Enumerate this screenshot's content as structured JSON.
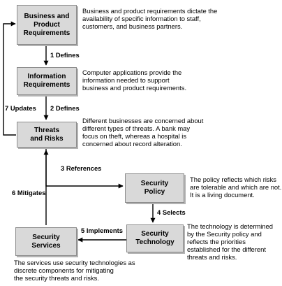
{
  "boxes": {
    "business": [
      "Business and",
      "Product",
      "Requirements"
    ],
    "information": [
      "Information",
      "Requirements"
    ],
    "threats": [
      "Threats",
      "and Risks"
    ],
    "policy": [
      "Security",
      "Policy"
    ],
    "technology": [
      "Security",
      "Technology"
    ],
    "services": [
      "Security",
      "Services"
    ]
  },
  "descriptions": {
    "business": [
      "Business and product requirements dictate the",
      "availability of specific information to staff,",
      "customers, and business partners."
    ],
    "information": [
      "Computer applications provide the",
      "information needed to support",
      "business and product requirements."
    ],
    "threats": [
      "Different businesses are concerned about",
      "different types of threats. A bank may",
      "focus on theft, whereas a hospital is",
      "concerned about record alteration."
    ],
    "policy": [
      "The policy reflects which risks",
      "are tolerable and which are not.",
      "It is a living document."
    ],
    "technology": [
      "The technology is determined",
      "by the Security policy and",
      "reflects the priorities",
      "established for the different",
      "threats and risks."
    ],
    "services": [
      "The services use security technologies as",
      "discrete components for mitigating",
      "the security threats and risks."
    ]
  },
  "labels": {
    "defines1": "1 Defines",
    "defines2": "2 Defines",
    "references": "3 References",
    "selects": "4 Selects",
    "implements": "5 Implements",
    "mitigates": "6 Mitigates",
    "updates": "7 Updates"
  }
}
